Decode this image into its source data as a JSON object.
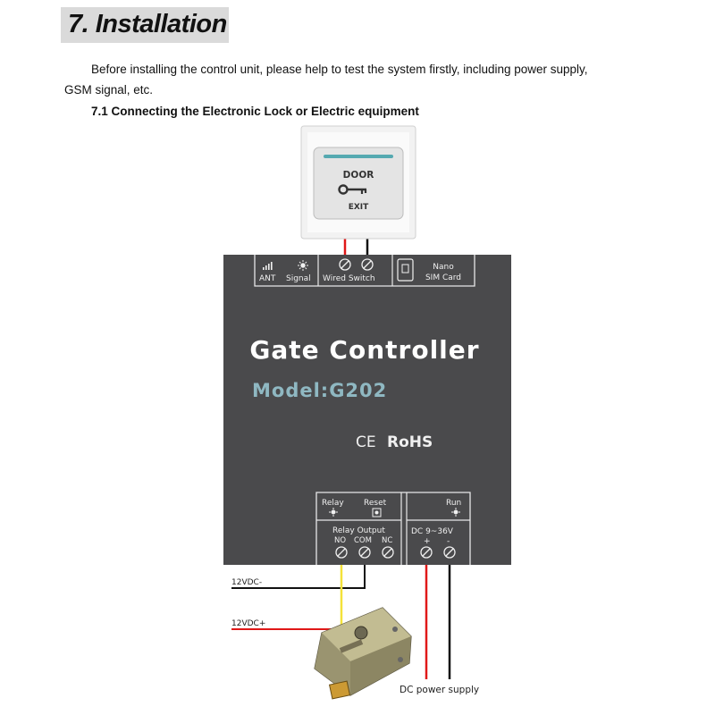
{
  "section": {
    "title": "7. Installation",
    "intro_line1": "Before installing the control unit, please help to test the system firstly, including power supply,",
    "intro_line2": "GSM signal, etc.",
    "subheading": "7.1 Connecting the Electronic Lock or Electric equipment"
  },
  "exit_button": {
    "top_text": "DOOR",
    "bottom_text": "EXIT"
  },
  "controller": {
    "title": "Gate Controller",
    "model": "Model:G202",
    "cert_ce": "CE",
    "cert_rohs": "RoHS",
    "top_ports": {
      "ant": "ANT",
      "signal": "Signal",
      "wired_switch": "Wired Switch",
      "nano": "Nano",
      "sim_card": "SIM Card"
    },
    "bottom_ports": {
      "relay": "Relay",
      "reset": "Reset",
      "run": "Run",
      "relay_output": "Relay Output",
      "no": "NO",
      "com": "COM",
      "nc": "NC",
      "dc_range": "DC 9~36V",
      "plus": "+",
      "minus": "-"
    }
  },
  "wiring": {
    "label_top": "12VDC-",
    "label_bottom": "12VDC+",
    "dc_supply": "DC power supply"
  },
  "colors": {
    "panel": "#4a4a4c",
    "model_text": "#8fb8c2",
    "wire_red": "#e01818",
    "wire_black": "#111111",
    "wire_yellow": "#f4e23a"
  }
}
